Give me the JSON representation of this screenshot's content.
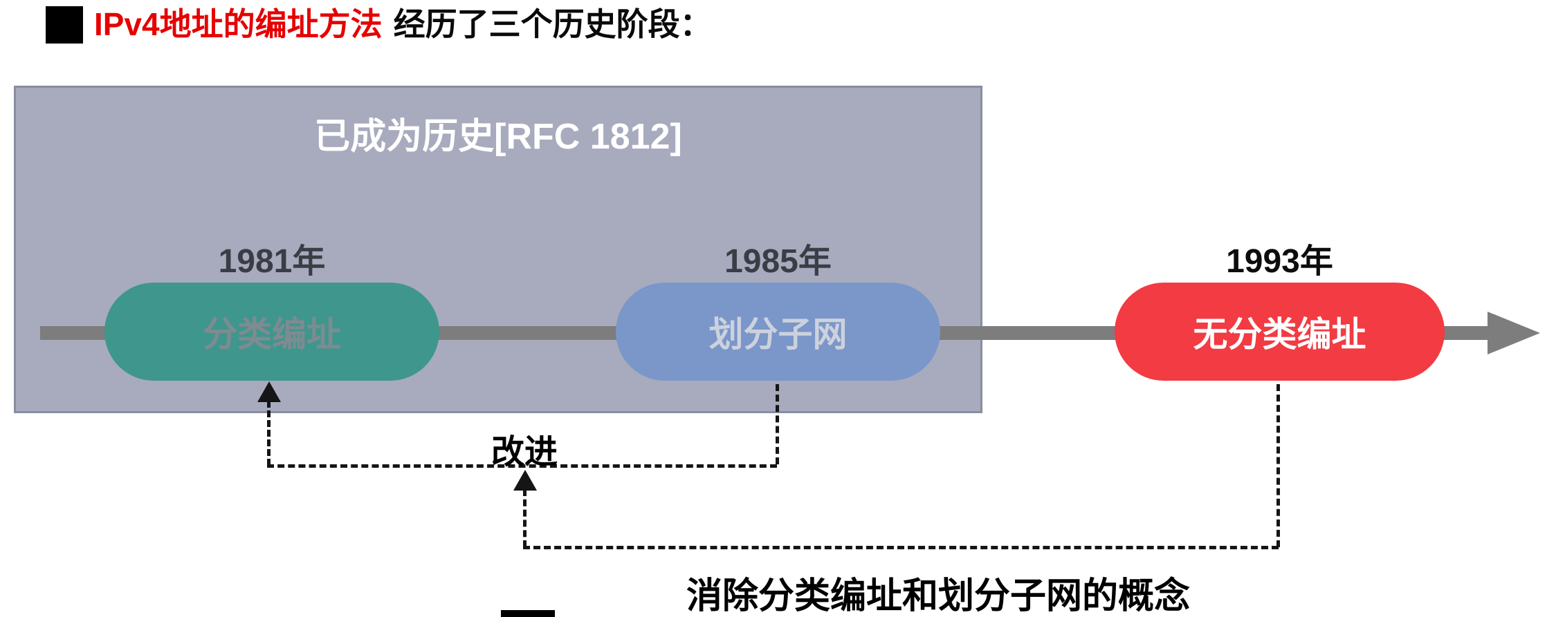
{
  "title": {
    "highlight": "IPv4地址的编址方法",
    "rest": "经历了三个历史阶段："
  },
  "history_box": {
    "label": "已成为历史[RFC 1812]"
  },
  "timeline": {
    "stages": [
      {
        "year": "1981年",
        "label": "分类编址",
        "color": "#3f968d",
        "text_color": "#7e8b91"
      },
      {
        "year": "1985年",
        "label": "划分子网",
        "color": "#7b96c9",
        "text_color": "#ccd2dd"
      },
      {
        "year": "1993年",
        "label": "无分类编址",
        "color": "#f23b42",
        "text_color": "#ffffff"
      }
    ]
  },
  "annotations": {
    "improve": "改进",
    "eliminate": "消除分类编址和划分子网的概念"
  },
  "icons": {
    "bullet": "black-square",
    "timeline_arrow": "right-arrow-triangle",
    "improve_arrow": "up-arrow-triangle",
    "eliminate_arrow": "up-arrow-triangle"
  },
  "colors": {
    "title_highlight": "#e60000",
    "history_box_bg": "#a8abbd",
    "history_box_border": "#898da0",
    "timeline": "#7d7d7d",
    "dashed_line": "#151515"
  }
}
